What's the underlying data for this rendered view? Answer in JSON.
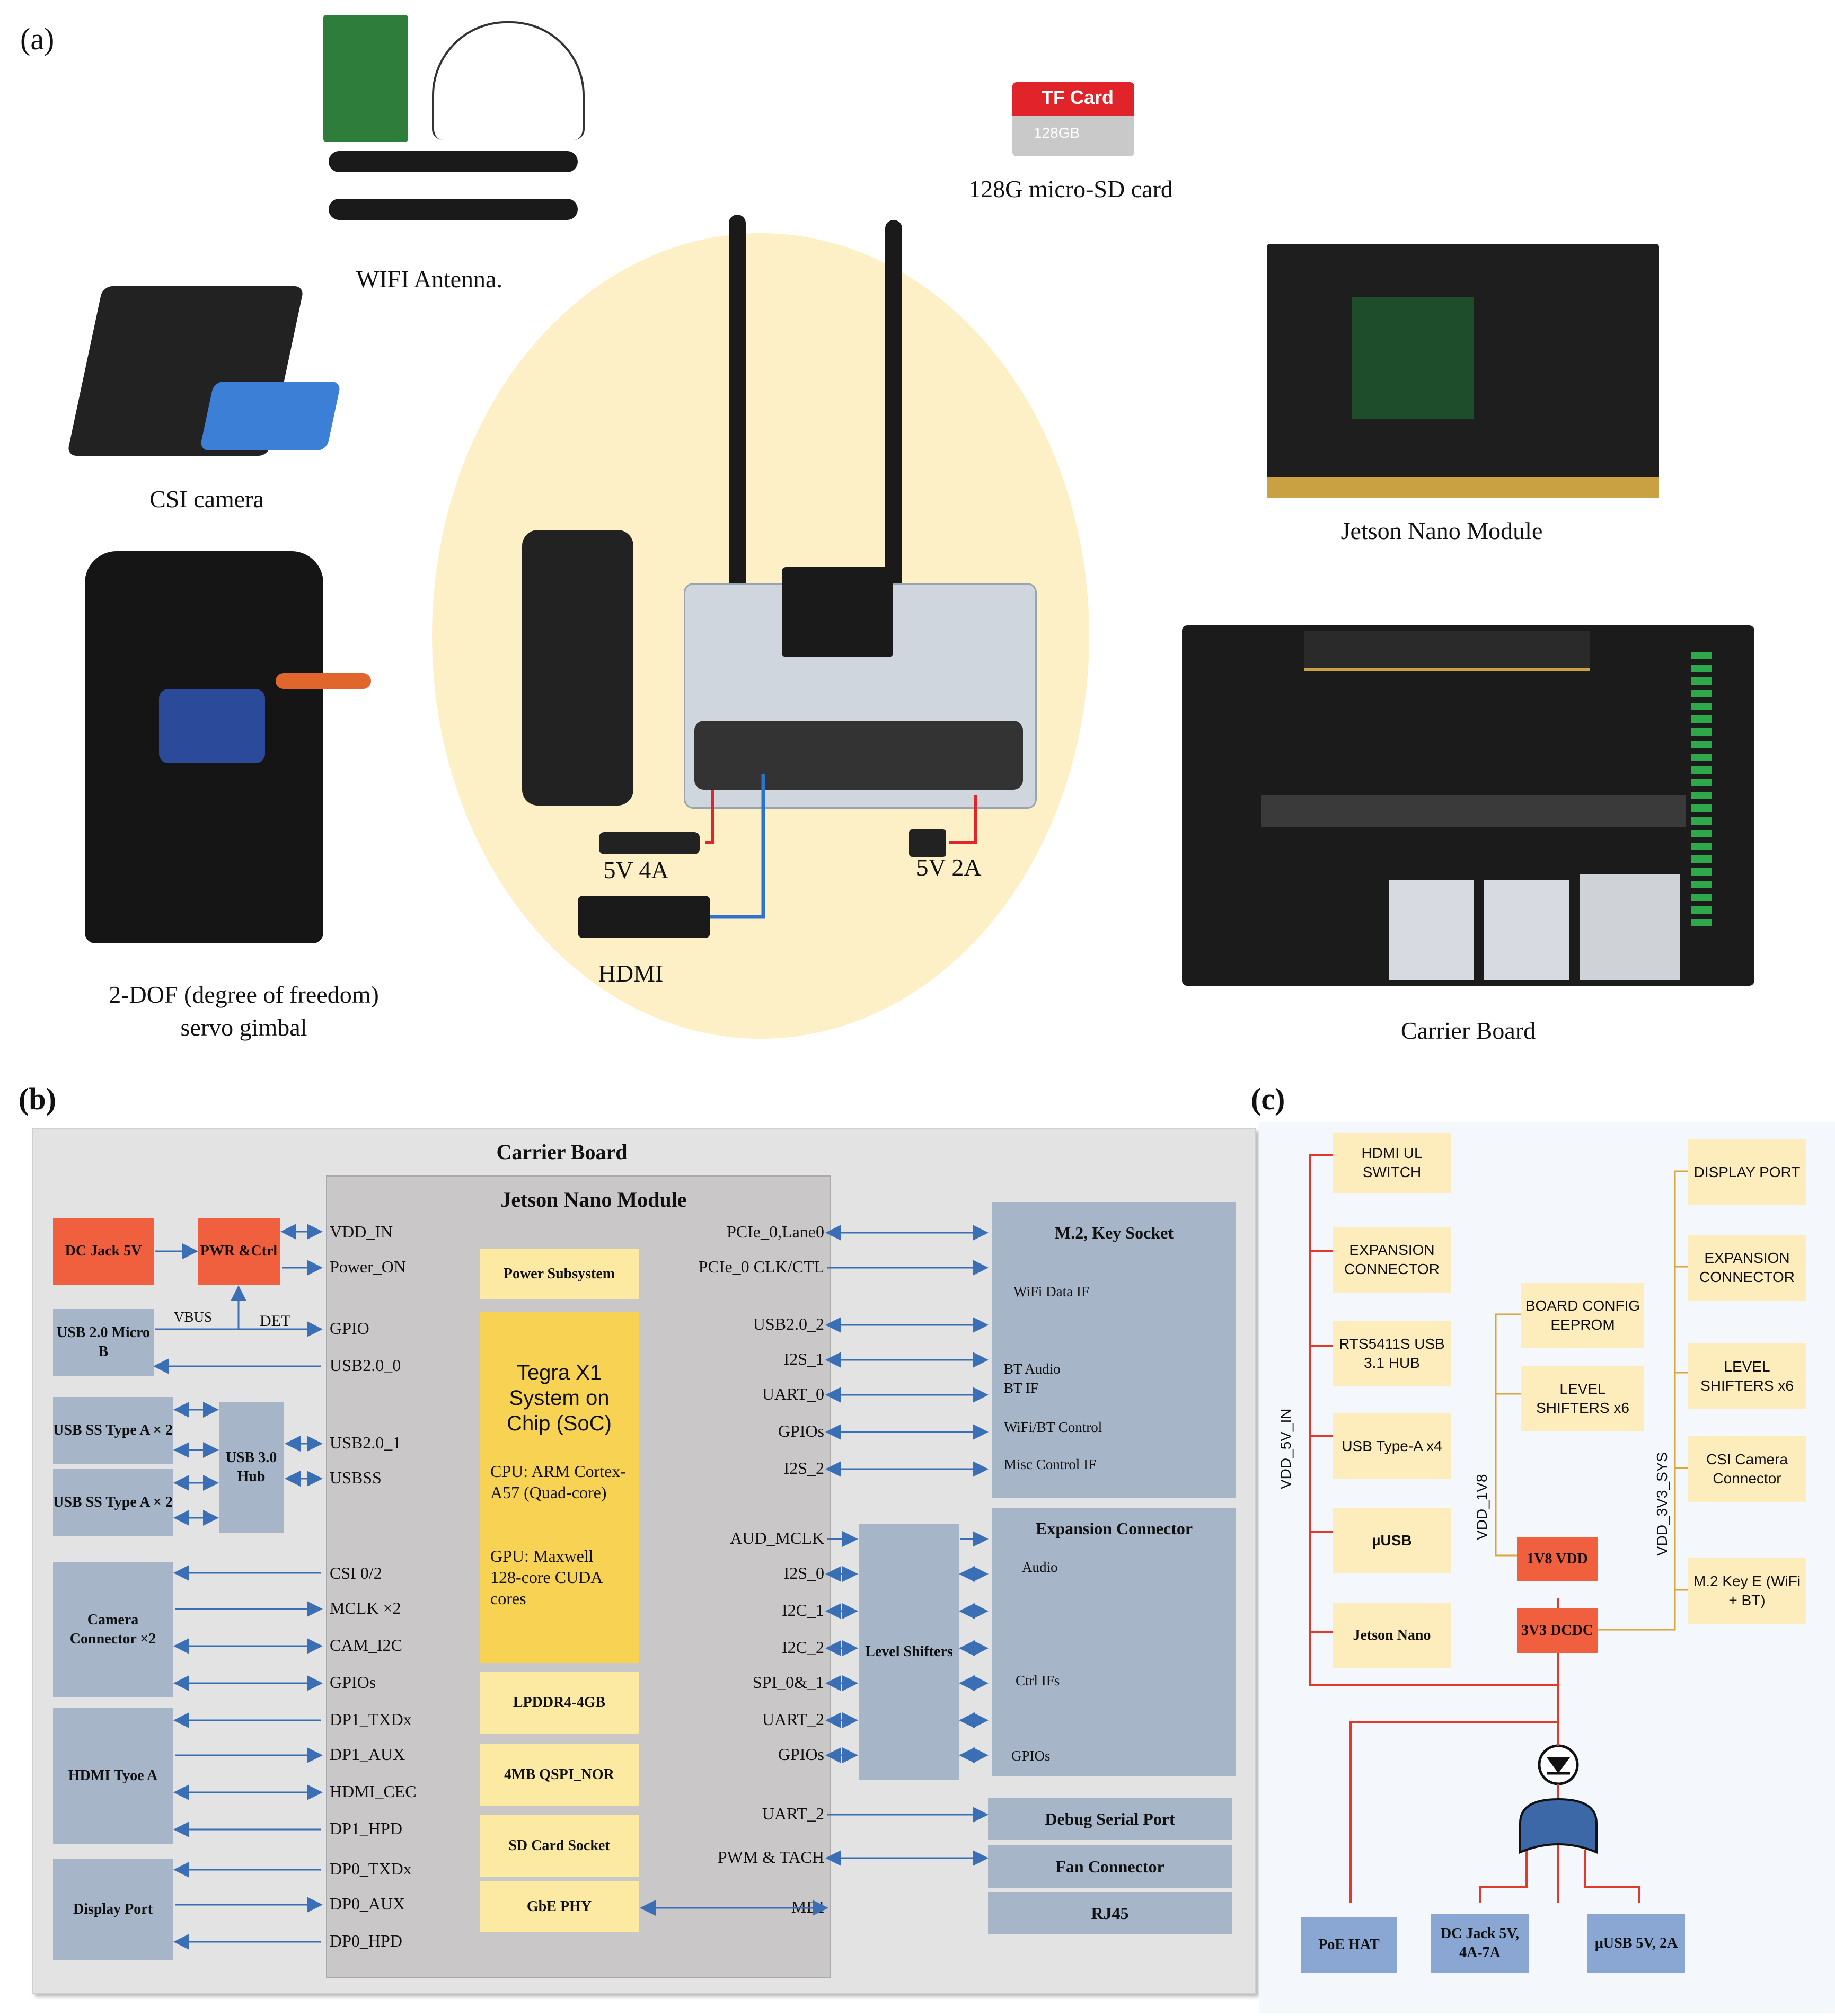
{
  "panel_a": {
    "letter": "(a)",
    "wifi_caption": "WIFI Antenna.",
    "sd_caption": "128G micro-SD card",
    "sd_label_top": "TF Card",
    "sd_label_bottom": "128GB",
    "csi_caption": "CSI camera",
    "jetson_caption": "Jetson Nano Module",
    "gimbal_caption_1": "2-DOF (degree of freedom)",
    "gimbal_caption_2": "servo gimbal",
    "carrier_caption": "Carrier Board",
    "cable_5v4a": "5V 4A",
    "cable_5v2a": "5V 2A",
    "cable_hdmi": "HDMI"
  },
  "panel_b": {
    "letter": "(b)",
    "carrier_title": "Carrier Board",
    "module_title": "Jetson Nano Module",
    "left_blocks": {
      "dc_jack": "DC Jack 5V",
      "pwr": "PWR &Ctrl",
      "usb20_micro": "USB 2.0 Micro B",
      "usbss1": "USB SS Type A × 2",
      "usbss2": "USB SS Type A × 2",
      "hub": "USB 3.0 Hub",
      "camera": "Camera Connector ×2",
      "hdmi": "HDMI Tyoe A",
      "dp": "Display Port"
    },
    "vbus": "VBUS",
    "det": "DET",
    "left_signals": [
      "VDD_IN",
      "Power_ON",
      "GPIO",
      "USB2.0_0",
      "USB2.0_1",
      "USBSS",
      "CSI 0/2",
      "MCLK ×2",
      "CAM_I2C",
      "GPIOs",
      "DP1_TXDx",
      "DP1_AUX",
      "HDMI_CEC",
      "DP1_HPD",
      "DP0_TXDx",
      "DP0_AUX",
      "DP0_HPD"
    ],
    "center_blocks": {
      "power": "Power Subsystem",
      "soc_title": "Tegra X1 System on Chip (SoC)",
      "cpu": "CPU: ARM Cortex-A57 (Quad-core)",
      "gpu": "GPU: Maxwell 128-core CUDA cores",
      "lpddr": "LPDDR4-4GB",
      "qspi": "4MB QSPI_NOR",
      "sdcard": "SD Card Socket",
      "gbe": "GbE PHY"
    },
    "right_signals": [
      "PCIe_0,Lane0",
      "PCIe_0 CLK/CTL",
      "USB2.0_2",
      "I2S_1",
      "UART_0",
      "GPIOs",
      "I2S_2",
      "AUD_MCLK",
      "I2S_0",
      "I2C_1",
      "I2C_2",
      "SPI_0&_1",
      "UART_2",
      "GPIOs",
      "UART_2",
      "PWM & TACH",
      "MDI"
    ],
    "level_shifters": "Level Shifters",
    "m2": {
      "title": "M.2, Key Socket",
      "items": [
        "WiFi Data IF",
        "BT Audio",
        "BT IF",
        "WiFi/BT  Control",
        "Misc Control IF"
      ]
    },
    "expansion": {
      "title": "Expansion Connector",
      "items": [
        "Audio",
        "Ctrl IFs",
        "GPIOs"
      ]
    },
    "debug": "Debug Serial Port",
    "fan": "Fan Connector",
    "rj45": "RJ45"
  },
  "panel_c": {
    "letter": "(c)",
    "rail_5v": "VDD_5V_IN",
    "rail_1v8": "VDD_1V8",
    "rail_3v3": "VDD_3V3_SYS",
    "left_boxes": [
      "HDMI UL SWITCH",
      "EXPANSION CONNECTOR",
      "RTS5411S USB 3.1 HUB",
      "USB Type-A x4",
      "µUSB",
      "Jetson Nano"
    ],
    "mid_boxes": [
      "BOARD CONFIG EEPROM",
      "LEVEL SHIFTERS x6"
    ],
    "right_boxes": [
      "DISPLAY PORT",
      "EXPANSION CONNECTOR",
      "LEVEL SHIFTERS x6",
      "CSI Camera Connector",
      "M.2 Key E (WiFi + BT)"
    ],
    "reg_1v8": "1V8 VDD",
    "reg_3v3": "3V3 DCDC",
    "sources": [
      "PoE HAT",
      "DC Jack 5V, 4A-7A",
      "µUSB 5V, 2A"
    ]
  }
}
